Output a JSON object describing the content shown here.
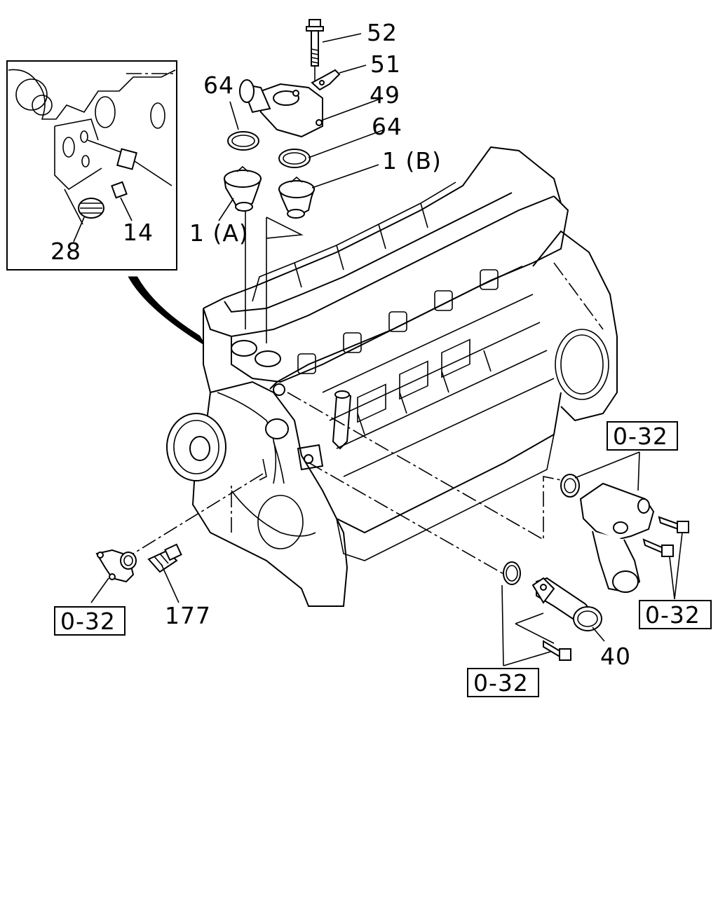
{
  "callouts": {
    "c52": "52",
    "c51": "51",
    "c49": "49",
    "c64_top": "64",
    "c64_right": "64",
    "c1b": "1 (B)",
    "c1a": "1 (A)",
    "c28": "28",
    "c14": "14",
    "c177": "177",
    "c40": "40"
  },
  "refs": {
    "r_right_top": "0-32",
    "r_right_bottom": "0-32",
    "r_left": "0-32",
    "r_bottom": "0-32"
  }
}
